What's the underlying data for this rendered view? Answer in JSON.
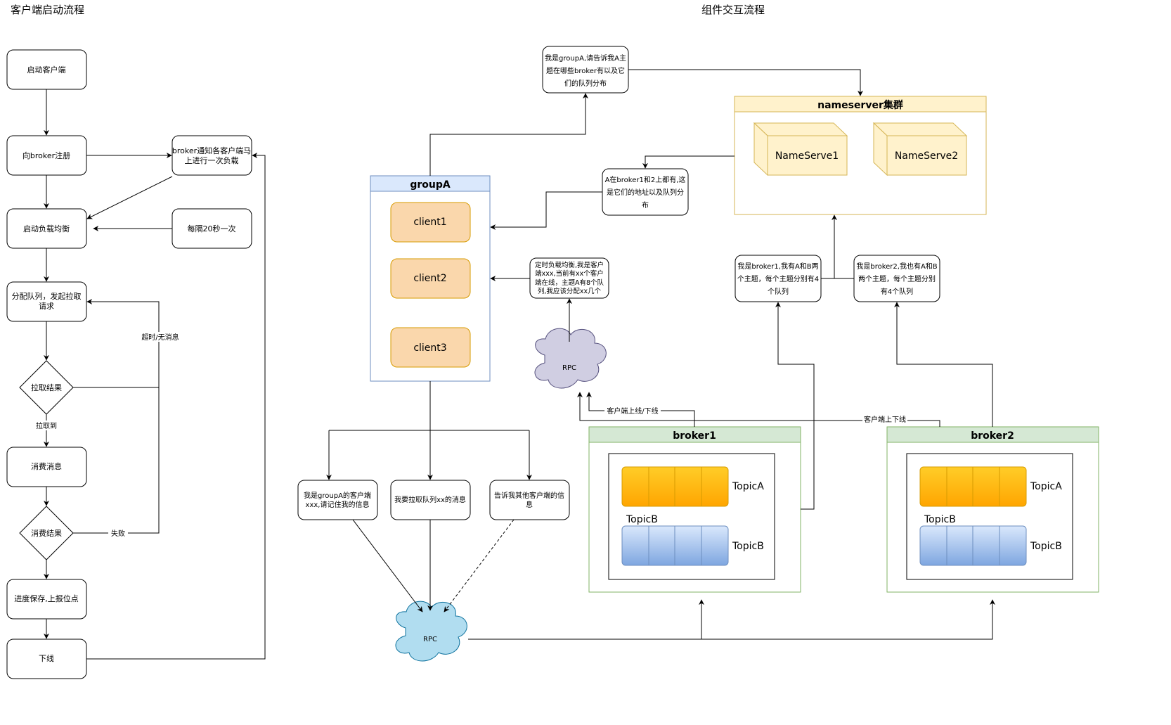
{
  "titles": {
    "left": "客户端启动流程",
    "right": "组件交互流程"
  },
  "flow": {
    "start": "启动客户端",
    "register": "向broker注册",
    "notify": [
      "broker通知各客户端马",
      "上进行一次负载"
    ],
    "rebalance": "启动负载均衡",
    "timer": "每隔20秒一次",
    "assign": [
      "分配队列，发起拉取",
      "请求"
    ],
    "pull_result": "拉取结果",
    "pulled": "拉取到",
    "timeout": "超时/无消息",
    "consume": "消费消息",
    "consume_result": "消费结果",
    "fail": "失败",
    "save": "进度保存,上报位点",
    "offline": "下线"
  },
  "interaction": {
    "ask_ns": [
      "我是groupA,请告诉我A主",
      "题在哪些broker有以及它",
      "们的队列分布"
    ],
    "ns_reply": [
      "A在broker1和2上都有,这",
      "是它们的地址以及队列分",
      "布"
    ],
    "nameserver_title": "nameserver集群",
    "ns1": "NameServe1",
    "ns2": "NameServe2",
    "group_title": "groupA",
    "clients": [
      "client1",
      "client2",
      "client3"
    ],
    "rebalance_note": [
      "定时负载均衡,我是客户",
      "端xxx,当前有xx个客户",
      "端在线，主题A有8个队",
      "列,我应该分配xx几个"
    ],
    "rpc_top": "RPC",
    "rpc_bottom": "RPC",
    "b1_report": [
      "我是broker1,我有A和B两",
      "个主题，每个主题分别有4",
      "个队列"
    ],
    "b2_report": [
      "我是broker2,我也有A和B",
      "两个主题，每个主题分别",
      "有4个队列"
    ],
    "req1": [
      "我是groupA的客户端",
      "xxx,请记住我的信息"
    ],
    "req2": "我要拉取队列xx的消息",
    "req3": [
      "告诉我其他客户端的信",
      "息"
    ],
    "online_label": "客户端上线/下线",
    "online_label2": "客户端上下线",
    "broker1": "broker1",
    "broker2": "broker2",
    "topicA": "TopicA",
    "topicB": "TopicB"
  },
  "colors": {
    "group_fill": "#dae8fc",
    "group_stroke": "#6c8ebf",
    "client_fill": "#fad7ac",
    "client_stroke": "#d79b00",
    "ns_fill": "#fff2cc",
    "ns_stroke": "#d6b656",
    "broker_header": "#d5e8d4",
    "broker_stroke": "#82b366",
    "cloud_top": "#d0cee2",
    "cloud_bottom": "#b1ddf0",
    "topicA": "#ffcd28",
    "topicB": "#7ea6e0"
  }
}
